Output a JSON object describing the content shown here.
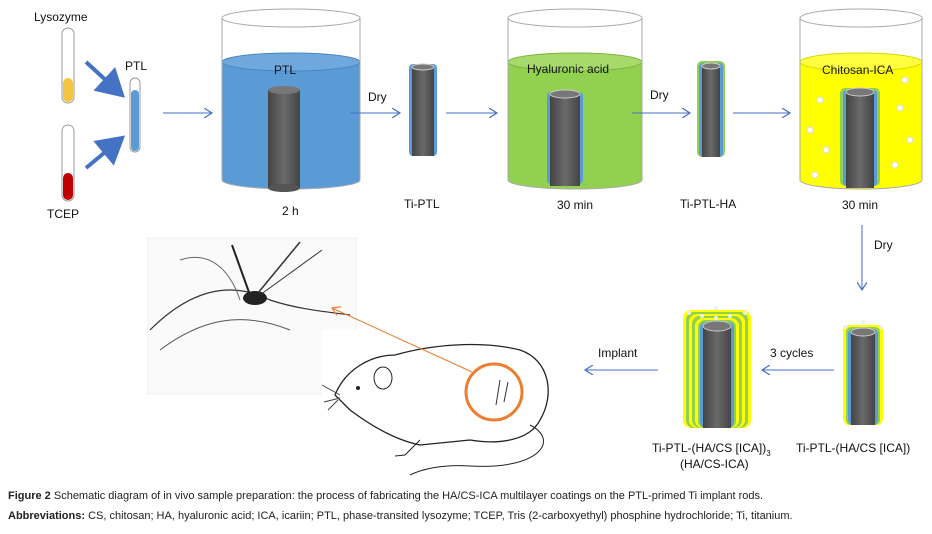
{
  "reagents": {
    "lysozyme": "Lysozyme",
    "tcep": "TCEP",
    "ptl": "PTL"
  },
  "beakers": [
    {
      "label": "PTL",
      "time": "2 h",
      "color": "#5B9BD5"
    },
    {
      "label": "Hyaluronic acid",
      "time": "30 min",
      "color": "#92D050"
    },
    {
      "label": "Chitosan-ICA",
      "time": "30 min",
      "color": "#FFFF00"
    }
  ],
  "steps": {
    "dry1": "Dry",
    "dry2": "Dry",
    "dry3": "Dry",
    "cycles": "3 cycles",
    "implant": "Implant"
  },
  "rods": {
    "ti_ptl": "Ti-PTL",
    "ti_ptl_ha": "Ti-PTL-HA",
    "single": "Ti-PTL-(HA/CS [ICA])",
    "multi": "Ti-PTL-(HA/CS [ICA])",
    "multi_sub": "3",
    "multi_alias": "(HA/CS-ICA)"
  },
  "caption": {
    "figure_label": "Figure 2",
    "figure_text": "Schematic diagram of in vivo sample preparation: the process of fabricating the HA/CS-ICA multilayer coatings on the PTL-primed Ti implant rods.",
    "abbr_label": "Abbreviations:",
    "abbr_text": "CS, chitosan; HA, hyaluronic acid; ICA, icariin; PTL, phase-transited lysozyme; TCEP, Tris (2-carboxyethyl) phosphine hydrochloride; Ti, titanium."
  },
  "colors": {
    "arrow": "#4472C4",
    "rod": "#595959",
    "ptl_layer": "#5B9BD5",
    "ha_layer": "#92D050",
    "cs_layer": "#FFFF00",
    "highlight": "#ED7D31",
    "lysozyme": "#F4C542",
    "tcep": "#C00000"
  }
}
